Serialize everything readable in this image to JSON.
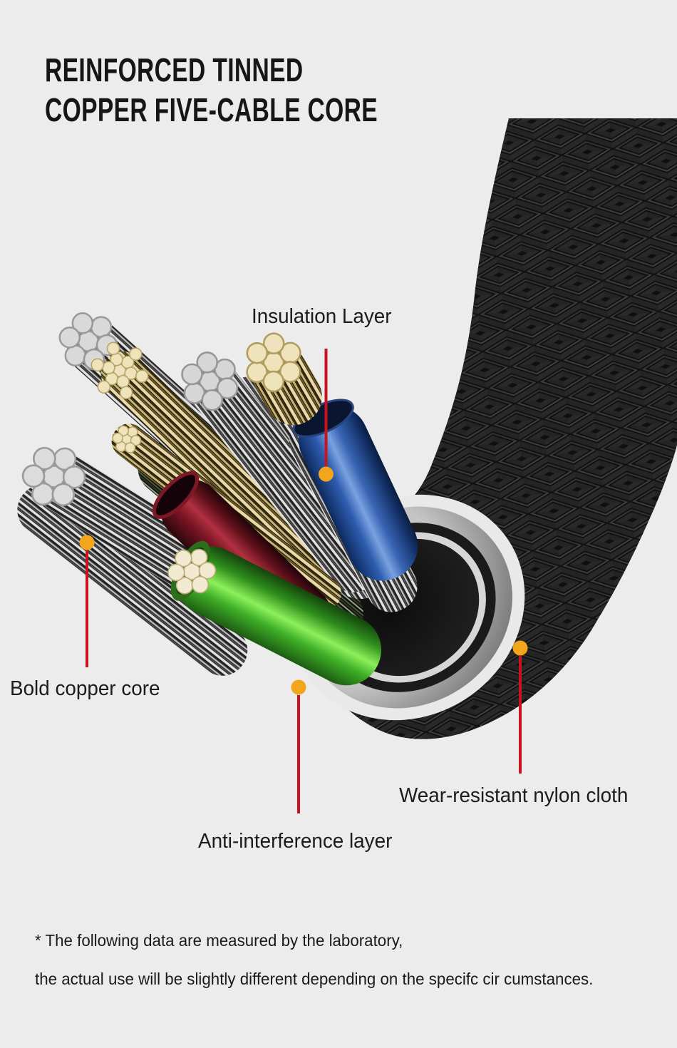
{
  "title": {
    "line1": "REINFORCED TINNED",
    "line2": "COPPER FIVE-CABLE CORE"
  },
  "callouts": [
    {
      "id": "insulation-layer",
      "label": "Insulation Layer"
    },
    {
      "id": "bold-copper-core",
      "label": "Bold copper core"
    },
    {
      "id": "anti-interference-layer",
      "label": "Anti-interference layer"
    },
    {
      "id": "wear-resistant-nylon-cloth",
      "label": "Wear-resistant nylon cloth"
    }
  ],
  "footnote": {
    "line1": "* The following data are measured by the laboratory,",
    "line2": "the actual use will be slightly different depending on the specifc cir cumstances."
  },
  "colors": {
    "background": "#ececec",
    "title_text": "#161616",
    "label_text": "#1c1c1c",
    "callout_line": "#c9141e",
    "callout_dot": "#f3a51b",
    "braid_black": "#161616",
    "shield_silver": "#c7c7c7",
    "wire_blue": "#3a66b5",
    "wire_green": "#4bc22e",
    "wire_red": "#7a1525",
    "strand_cream": "#eee3ba",
    "strand_silver": "#dcdcdc"
  }
}
